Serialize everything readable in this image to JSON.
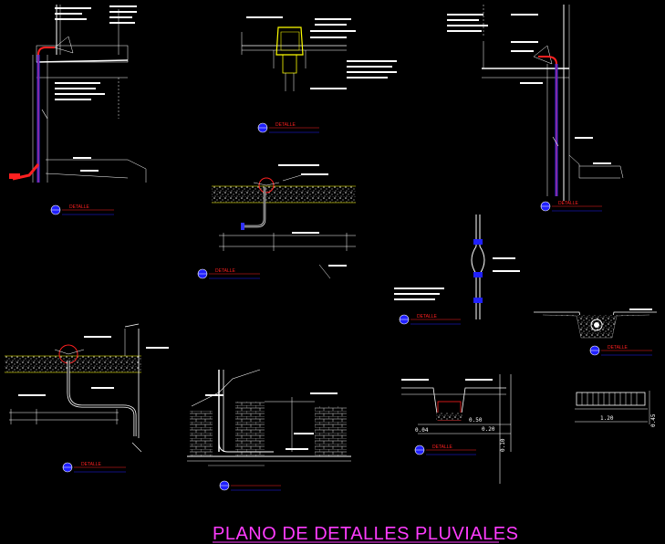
{
  "title": "PLANO DE DETALLES PLUVIALES",
  "detail_label": "DETALLE",
  "dimensions": {
    "d_120": "1.20",
    "d_050": "0.50",
    "d_020": "0.20",
    "d_004": "0.04",
    "d_010": "0.10",
    "d_045": "0.45"
  },
  "colors": {
    "background": "#000000",
    "title": "#ff3cff",
    "detail_text": "#ff2020",
    "concrete": "#c8c8c8",
    "pipe_blue": "#3030ff",
    "pipe_red": "#ff2020",
    "drain_yellow": "#ffff00",
    "marker_blue": "#2020ff"
  }
}
